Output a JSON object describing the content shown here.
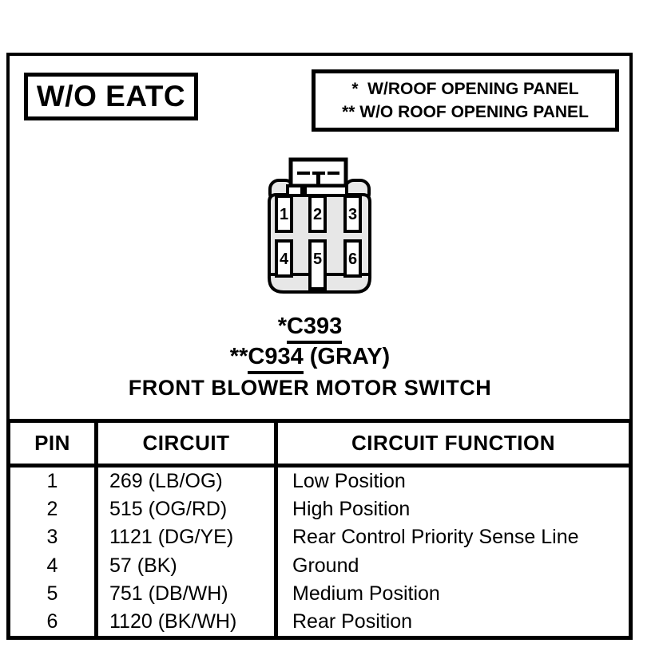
{
  "header": {
    "variant": "W/O EATC",
    "legend": [
      "*  W/ROOF OPENING PANEL",
      "** W/O ROOF OPENING PANEL"
    ]
  },
  "connector": {
    "pins": [
      "1",
      "2",
      "3",
      "4",
      "5",
      "6"
    ],
    "c393_prefix": "*",
    "c393_id": "C393",
    "c934_prefix": "**",
    "c934_id": "C934",
    "c934_suffix": " (GRAY)",
    "title": "FRONT BLOWER MOTOR SWITCH"
  },
  "pin_table": {
    "headers": [
      "PIN",
      "CIRCUIT",
      "CIRCUIT FUNCTION"
    ],
    "rows": [
      {
        "pin": "1",
        "circuit": "269 (LB/OG)",
        "function": "Low Position"
      },
      {
        "pin": "2",
        "circuit": "515 (OG/RD)",
        "function": "High Position"
      },
      {
        "pin": "3",
        "circuit": "1121 (DG/YE)",
        "function": "Rear Control Priority Sense Line"
      },
      {
        "pin": "4",
        "circuit": "57 (BK)",
        "function": "Ground"
      },
      {
        "pin": "5",
        "circuit": "751 (DB/WH)",
        "function": "Medium Position"
      },
      {
        "pin": "6",
        "circuit": "1120 (BK/WH)",
        "function": "Rear Position"
      }
    ]
  },
  "colors": {
    "ink": "#000000",
    "paper": "#ffffff",
    "connector_fill": "#e7e7e7",
    "slot_fill": "#ffffff"
  }
}
